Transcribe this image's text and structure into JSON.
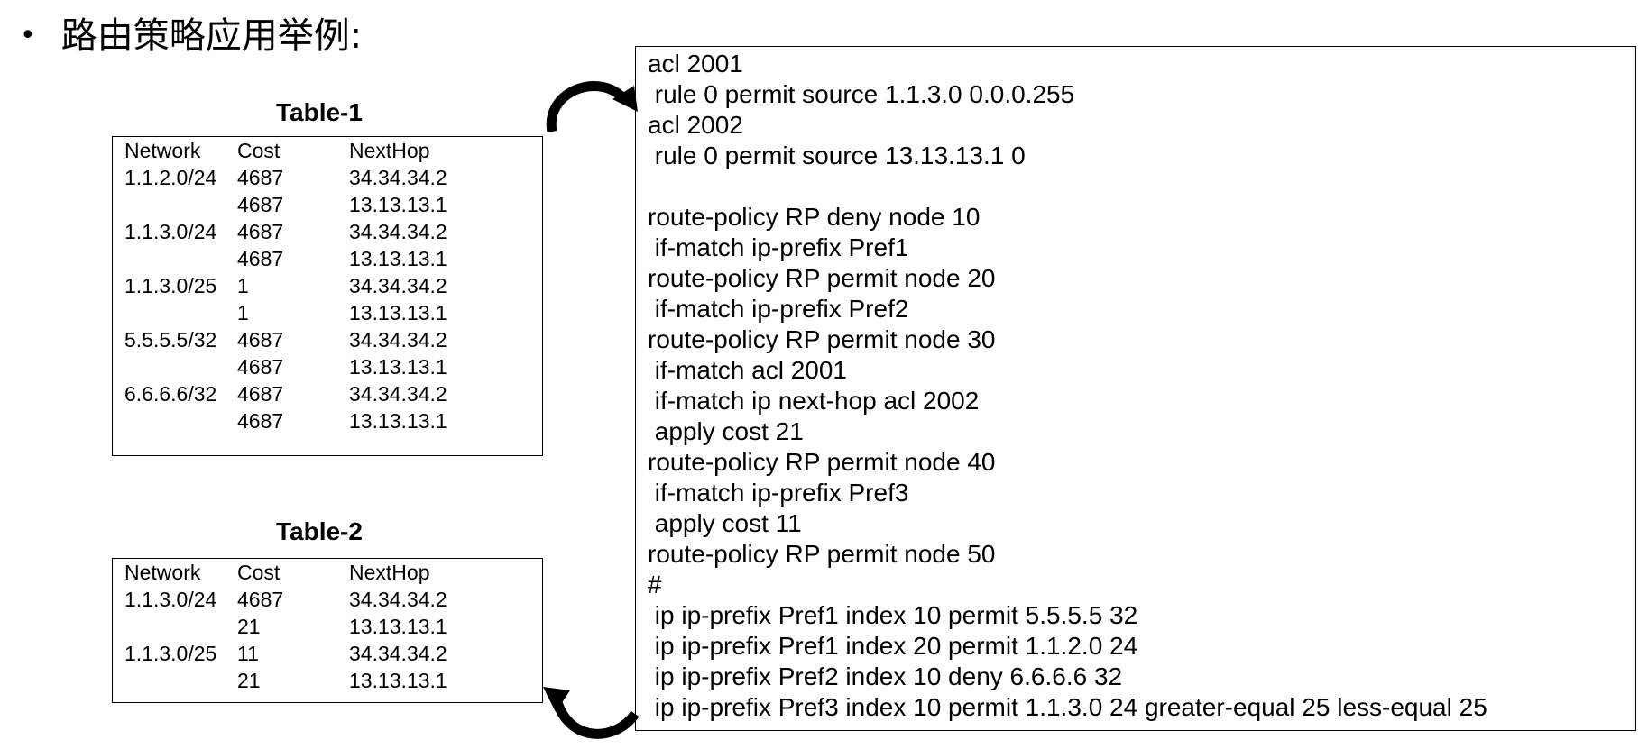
{
  "heading": {
    "bullet": "•",
    "title": "路由策略应用举例:"
  },
  "table1": {
    "title": "Table-1",
    "headers": [
      "Network",
      "Cost",
      "NextHop"
    ],
    "rows": [
      [
        "1.1.2.0/24",
        "4687",
        "34.34.34.2"
      ],
      [
        "",
        "4687",
        "13.13.13.1"
      ],
      [
        "1.1.3.0/24",
        "4687",
        "34.34.34.2"
      ],
      [
        "",
        "4687",
        "13.13.13.1"
      ],
      [
        "1.1.3.0/25",
        "1",
        "34.34.34.2"
      ],
      [
        "",
        "1",
        "13.13.13.1"
      ],
      [
        "5.5.5.5/32",
        "4687",
        "34.34.34.2"
      ],
      [
        "",
        "4687",
        "13.13.13.1"
      ],
      [
        "6.6.6.6/32",
        "4687",
        "34.34.34.2"
      ],
      [
        "",
        "4687",
        "13.13.13.1"
      ]
    ]
  },
  "table2": {
    "title": "Table-2",
    "headers": [
      "Network",
      "Cost",
      "NextHop"
    ],
    "rows": [
      [
        "1.1.3.0/24",
        "4687",
        "34.34.34.2"
      ],
      [
        "",
        "21",
        "13.13.13.1"
      ],
      [
        "1.1.3.0/25",
        "11",
        "34.34.34.2"
      ],
      [
        "",
        "21",
        "13.13.13.1"
      ]
    ]
  },
  "config": {
    "lines": [
      "acl 2001",
      " rule 0 permit source 1.1.3.0 0.0.0.255",
      "acl 2002",
      " rule 0 permit source 13.13.13.1 0",
      "",
      "route-policy RP deny node 10",
      " if-match ip-prefix Pref1",
      "route-policy RP permit node 20",
      " if-match ip-prefix Pref2",
      "route-policy RP permit node 30",
      " if-match acl 2001",
      " if-match ip next-hop acl 2002",
      " apply cost 21",
      "route-policy RP permit node 40",
      " if-match ip-prefix Pref3",
      " apply cost 11",
      "route-policy RP permit node 50",
      "#",
      " ip ip-prefix Pref1 index 10 permit 5.5.5.5 32",
      " ip ip-prefix Pref1 index 20 permit 1.1.2.0 24",
      " ip ip-prefix Pref2 index 10 deny 6.6.6.6 32",
      " ip ip-prefix Pref3 index 10 permit 1.1.3.0 24 greater-equal 25 less-equal 25"
    ]
  },
  "arrows": {
    "top": "curved-arrow-icon",
    "bottom": "curved-arrow-icon"
  }
}
